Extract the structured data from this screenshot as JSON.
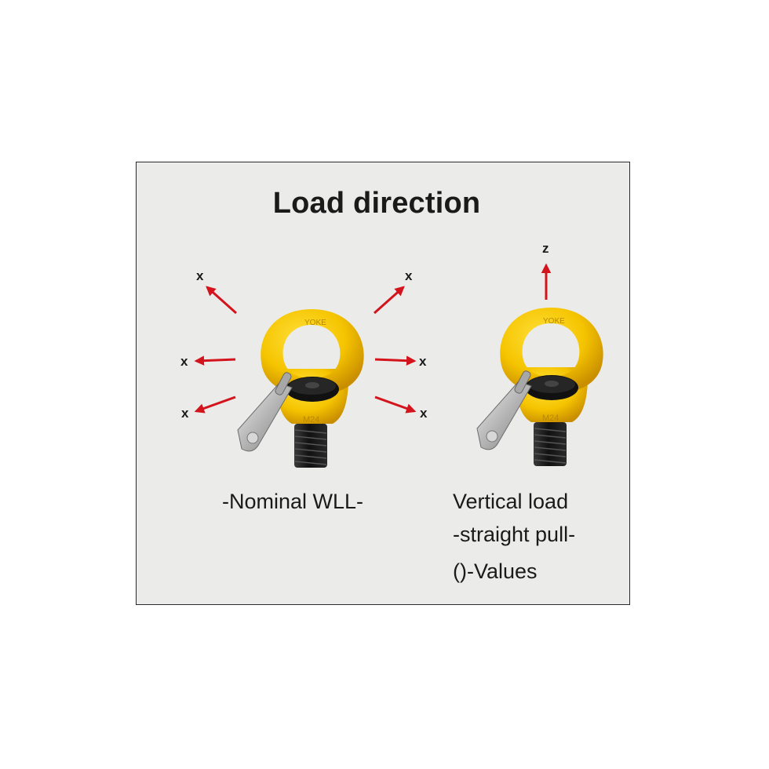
{
  "title": "Load direction",
  "left_panel": {
    "caption": "-Nominal WLL-",
    "axis_labels": [
      "x",
      "x",
      "x",
      "x",
      "x",
      "x"
    ],
    "ring_marking": "YOKE",
    "shank_marking": "M24"
  },
  "right_panel": {
    "caption_lines": [
      "Vertical load",
      "-straight pull-",
      "()-Values"
    ],
    "axis_label": "z",
    "ring_marking": "YOKE",
    "shank_marking": "M24"
  },
  "colors": {
    "arrow": "#d3141c",
    "ring": "#f5c400",
    "panel_bg": "#ebebea",
    "border": "#2a2a2a"
  }
}
